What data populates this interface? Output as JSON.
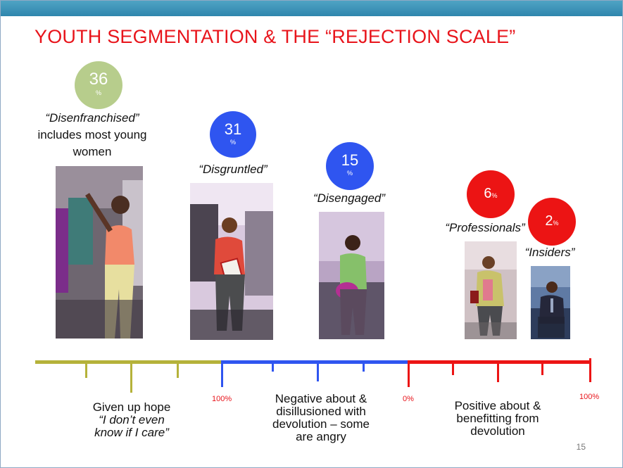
{
  "title": "YOUTH SEGMENTATION & THE “REJECTION SCALE”",
  "segments": [
    {
      "percent": "36",
      "percent_sign": "%",
      "name_quoted": "“Disenfranchised”",
      "name_line2": "includes most young",
      "name_line3": "women",
      "color": "#b7cd8c"
    },
    {
      "percent": "31",
      "percent_sign": "%",
      "name_quoted": "“Disgruntled”",
      "color": "#2f55f0"
    },
    {
      "percent": "15",
      "percent_sign": "%",
      "name_quoted": "“Disengaged”",
      "color": "#2f55f0"
    },
    {
      "percent": "6",
      "percent_sign": "%",
      "name_quoted": "“Professionals”",
      "color": "#ec1414"
    },
    {
      "percent": "2",
      "percent_sign": "%",
      "name_quoted": "“Insiders”",
      "color": "#ec1414"
    }
  ],
  "scale": {
    "colors": {
      "hope": "#b5b23a",
      "negative": "#2f55f0",
      "positive": "#ec1414"
    },
    "marker_left": "100%",
    "marker_mid": "0%",
    "marker_right": "100%"
  },
  "descriptions": {
    "hope_line1": "Given up hope",
    "hope_line2": "“I don’t even",
    "hope_line3": "know if I care”",
    "negative_line1": "Negative about &",
    "negative_line2": "disillusioned with",
    "negative_line3": "devolution – some",
    "negative_line4": "are angry",
    "positive_line1": "Positive about &",
    "positive_line2": "benefitting from",
    "positive_line3": "devolution"
  },
  "page_number": "15"
}
